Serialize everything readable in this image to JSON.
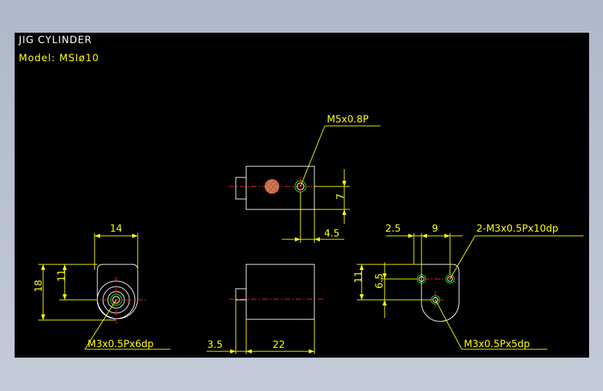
{
  "drawing": {
    "title": "JIG CYLINDER",
    "model": "Model: MSIø10"
  },
  "top_view": {
    "callout": "M5x0.8P",
    "dim_height": "7",
    "dim_offset": "4.5"
  },
  "side_view": {
    "dim_width": "14",
    "dim_height_outer": "18",
    "dim_height_inner": "11",
    "callout": "M3x0.5Px6dp"
  },
  "front_view": {
    "dim_stub": "3.5",
    "dim_body": "22"
  },
  "end_view": {
    "dim_left": "2.5",
    "dim_pitch": "9",
    "callout_top": "2-M3x0.5Px10dp",
    "dim_height_outer": "11",
    "dim_height_inner": "6.5",
    "callout_bottom": "M3x0.5Px5dp"
  },
  "colors": {
    "background": "#000000",
    "outline": "#ffffff",
    "dimension": "#ffff00",
    "centerline": "#ff2020",
    "thread": "#00ff00"
  }
}
